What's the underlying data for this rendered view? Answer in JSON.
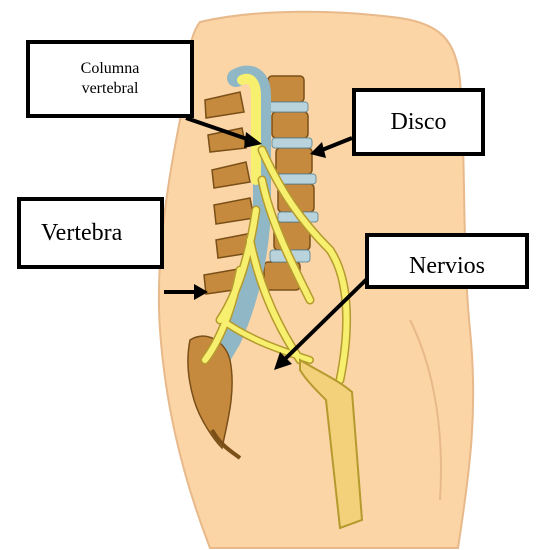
{
  "labels": {
    "columna_line1": "Columna",
    "columna_line2": "vertebral",
    "disco": "Disco",
    "vertebra": "Vertebra",
    "nervios": "Nervios"
  },
  "colors": {
    "skin": "#fbd5a6",
    "skin_outline": "#e8b98a",
    "vertebra_bone": "#c58a3e",
    "vertebra_light": "#e9c79a",
    "disc": "#b9d3dc",
    "spinal_cord": "#8fb7c5",
    "nerve": "#f7ef6e",
    "nerve_outline": "#b59a2e",
    "sciatic": "#f3d07a"
  }
}
